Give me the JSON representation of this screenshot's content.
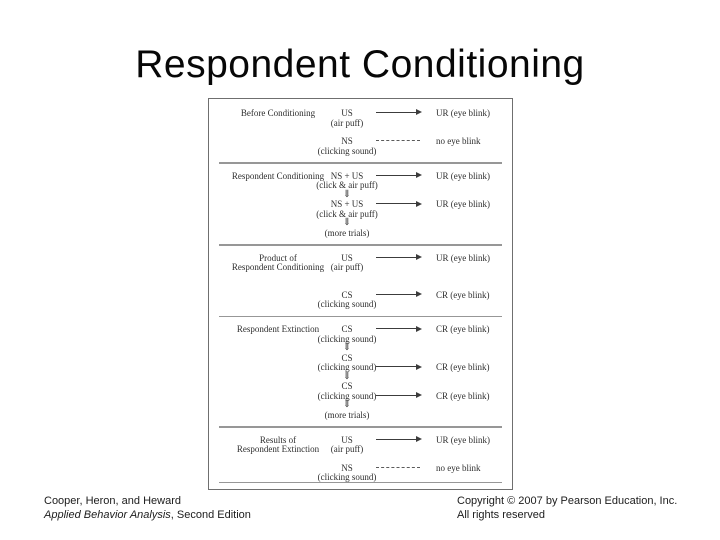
{
  "slide": {
    "title": "Respondent Conditioning"
  },
  "footer": {
    "left_line1": "Cooper, Heron, and Heward",
    "left_work": "Applied Behavior Analysis",
    "left_edition": ", Second Edition",
    "right_line1": "Copyright © 2007 by Pearson Education, Inc.",
    "right_line2": "All rights reserved"
  },
  "figure": {
    "sections": [
      {
        "name": "before-conditioning",
        "lines": [
          {
            "l": "Before Conditioning",
            "s": "US",
            "c": "arrow",
            "r": "UR (eye blink)"
          },
          {
            "s": "(air puff)"
          },
          {
            "spacer": true
          },
          {
            "s": "NS",
            "c": "dash",
            "r": "no eye blink"
          },
          {
            "s": "(clicking sound)"
          }
        ]
      },
      {
        "name": "respondent-conditioning",
        "lines": [
          {
            "l": "Respondent Conditioning",
            "s": "NS + US",
            "c": "arrow",
            "r": "UR (eye blink)"
          },
          {
            "s": "(click & air puff)"
          },
          {
            "s": "⇓",
            "cls": "darrow"
          },
          {
            "s": "NS + US",
            "c": "arrow",
            "r": "UR (eye blink)"
          },
          {
            "s": "(click & air puff)"
          },
          {
            "s": "⇓",
            "cls": "darrow"
          },
          {
            "s": "(more trials)"
          }
        ]
      },
      {
        "name": "product-of-respondent-conditioning",
        "lines": [
          {
            "l": "Product of",
            "s": "US",
            "c": "arrow",
            "r": "UR (eye blink)"
          },
          {
            "l": "Respondent Conditioning",
            "s": "(air puff)"
          },
          {
            "spacer": true
          },
          {
            "spacer": true
          },
          {
            "s": "CS",
            "c": "arrow",
            "r": "CR (eye blink)"
          },
          {
            "s": "(clicking sound)"
          }
        ]
      },
      {
        "name": "respondent-extinction",
        "lines": [
          {
            "l": "Respondent Extinction",
            "s": "CS",
            "c": "arrow",
            "r": "CR (eye blink)"
          },
          {
            "s": "(clicking sound)"
          },
          {
            "s": "⇓",
            "cls": "darrow"
          },
          {
            "s": "CS"
          },
          {
            "s": "(clicking sound)",
            "c": "arrow",
            "r": "CR (eye blink)"
          },
          {
            "s": "⇓",
            "cls": "darrow"
          },
          {
            "s": "CS"
          },
          {
            "s": "(clicking sound)",
            "c": "arrow",
            "r": "CR (eye blink)"
          },
          {
            "s": "⇓",
            "cls": "darrow"
          },
          {
            "s": "(more trials)"
          }
        ]
      },
      {
        "name": "results-of-respondent-extinction",
        "lines": [
          {
            "l": "Results of",
            "s": "US",
            "c": "arrow",
            "r": "UR (eye blink)"
          },
          {
            "l": "Respondent Extinction",
            "s": "(air puff)"
          },
          {
            "spacer": true
          },
          {
            "s": "NS",
            "c": "dash",
            "r": "no eye blink"
          },
          {
            "s": "(clicking sound)"
          }
        ]
      }
    ]
  }
}
